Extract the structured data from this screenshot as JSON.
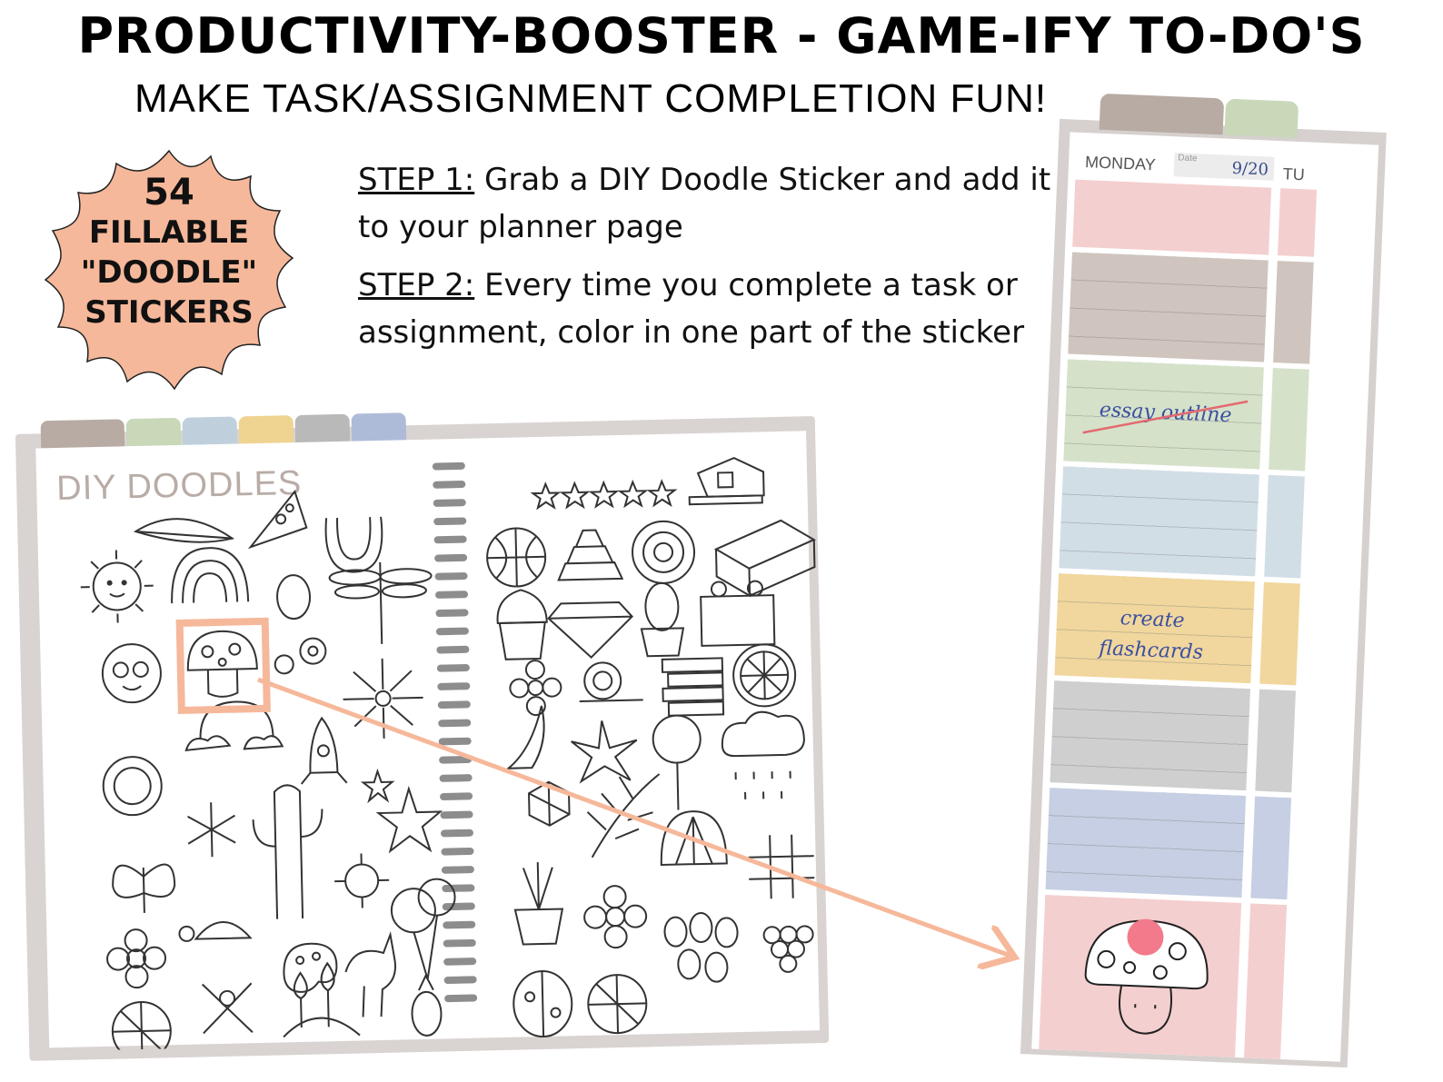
{
  "header": {
    "title": "PRODUCTIVITY-BOOSTER - GAME-IFY TO-DO'S",
    "subtitle": "MAKE TASK/ASSIGNMENT COMPLETION FUN!"
  },
  "badge": {
    "number": "54",
    "line1": "FILLABLE",
    "line2": "\"DOODLE\"",
    "line3": "STICKERS",
    "color": "#f6b89a"
  },
  "steps": [
    {
      "label": "STEP 1:",
      "text": " Grab a DIY Doodle Sticker and add it to your planner page"
    },
    {
      "label": "STEP 2:",
      "text": " Every time you complete a task or assignment, color in one part of the sticker"
    }
  ],
  "planner": {
    "title": "DIY DOODLES",
    "tab_colors": [
      "#b7aba4",
      "#c8d8b9",
      "#bfd0dc",
      "#efd391",
      "#b9b9b9",
      "#aebbd8"
    ],
    "highlight_color": "#f6b89a"
  },
  "day_strip": {
    "day": "MONDAY",
    "date_label": "Date",
    "date": "9/20",
    "next_day": "TU",
    "blocks": [
      {
        "color": "#f4cfcf",
        "text": ""
      },
      {
        "color": "#cfc4be",
        "text": ""
      },
      {
        "color": "#d5e2c9",
        "text": "essay outline"
      },
      {
        "color": "#d2dee6",
        "text": ""
      },
      {
        "color": "#f1d79d",
        "text": "create flashcards"
      },
      {
        "color": "#cfcfcf",
        "text": ""
      },
      {
        "color": "#c6cfe3",
        "text": ""
      },
      {
        "color": "#f4cfcf",
        "text": ""
      }
    ],
    "strike_color": "#e36a72",
    "sticker_fill_color": "#f27a8a"
  },
  "arrow_color": "#f6b89a"
}
